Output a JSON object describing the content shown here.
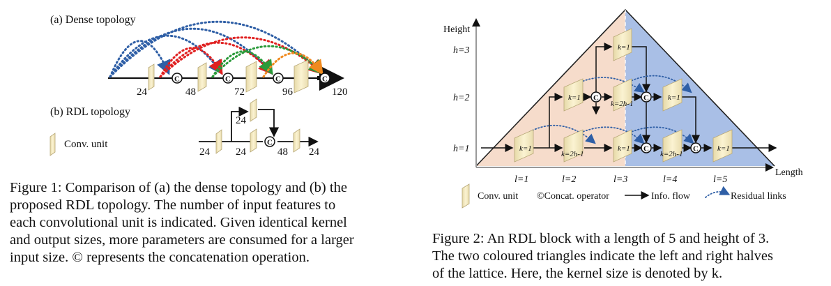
{
  "figure1": {
    "label_a": "(a) Dense topology",
    "label_b": "(b) RDL topology",
    "legend_conv": "Conv. unit",
    "dense_numbers": [
      "24",
      "48",
      "72",
      "96",
      "120"
    ],
    "rdl_numbers": [
      "24",
      "24",
      "24",
      "48",
      "24"
    ],
    "concat_symbol": "C",
    "caption_lines": [
      "Figure 1: Comparison of (a) the dense topology and (b) the",
      "proposed RDL topology. The number of input features to",
      "each convolutional unit is indicated. Given identical kernel",
      "and output sizes, more parameters are consumed for a larger",
      "input size. © represents the concatenation operation."
    ],
    "colors": {
      "arc_blue": "#2f5fa6",
      "arc_red": "#e02020",
      "arc_green": "#2a9a3a",
      "arc_orange": "#f08a1e"
    }
  },
  "figure2": {
    "y_axis": "Height",
    "x_axis": "Length",
    "heights": [
      "h=3",
      "h=2",
      "h=1"
    ],
    "lengths": [
      "l=1",
      "l=2",
      "l=3",
      "l=4",
      "l=5"
    ],
    "unit_k1": "k=1",
    "unit_k2h": "k=2h-1",
    "concat_symbol": "C",
    "legend": {
      "conv": "Conv. unit",
      "concat": "©Concat. operator",
      "flow": "Info. flow",
      "residual": "Residual links"
    },
    "caption_lines": [
      "Figure 2: An RDL block with a length of 5 and height of 3.",
      "The two coloured triangles indicate the left and right halves",
      "of the lattice. Here, the kernel size is denoted by k."
    ],
    "colors": {
      "left_half": "#f6dccb",
      "right_half": "#a9bfe6",
      "residual": "#2f5fa6"
    }
  }
}
